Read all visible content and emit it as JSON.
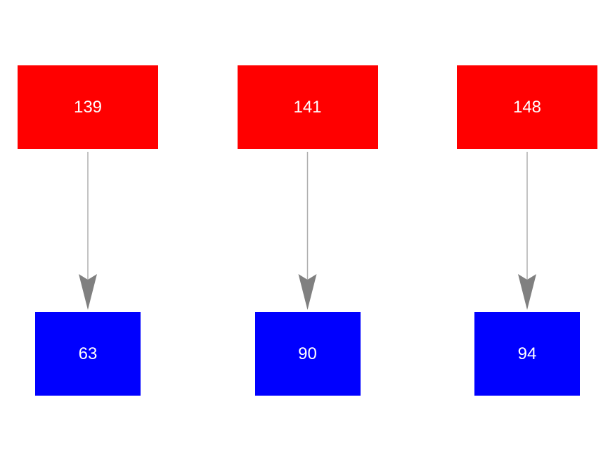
{
  "colors": {
    "source": "#ff0000",
    "target": "#0000ff",
    "edge": "#b0b0b0",
    "arrowhead": "#808080"
  },
  "pairs": [
    {
      "source": "139",
      "target": "63"
    },
    {
      "source": "141",
      "target": "90"
    },
    {
      "source": "148",
      "target": "94"
    }
  ]
}
